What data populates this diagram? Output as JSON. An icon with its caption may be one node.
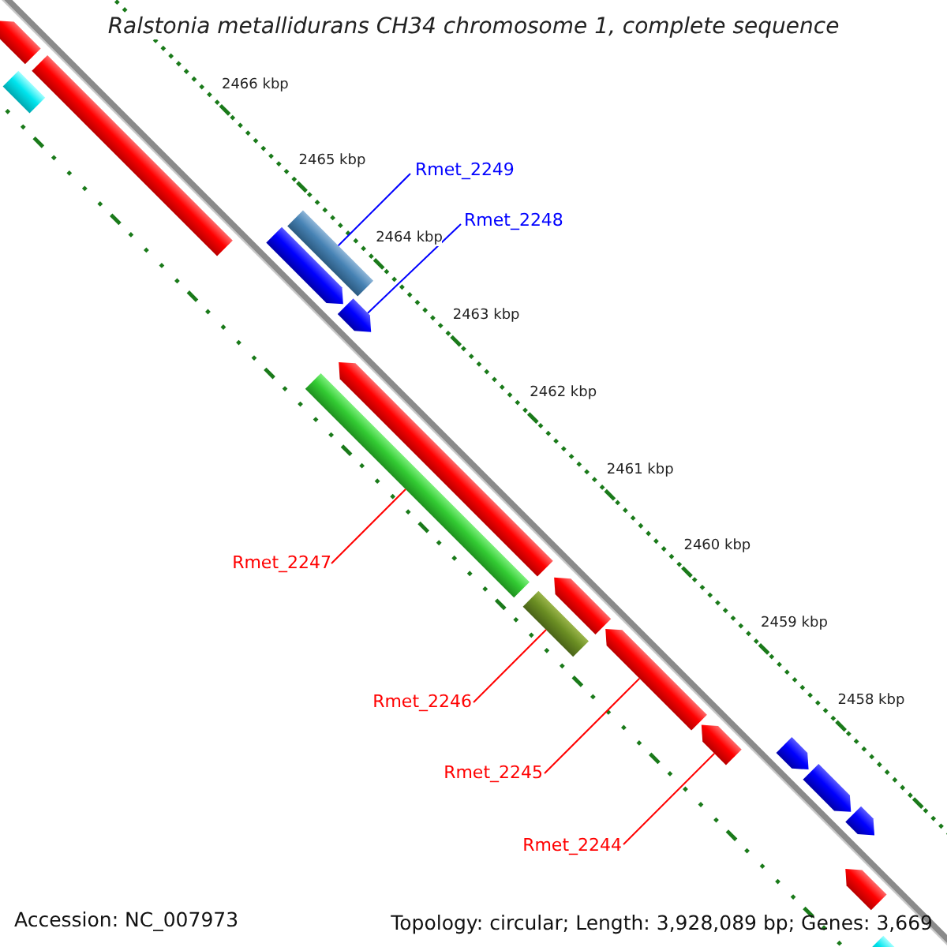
{
  "diagram": {
    "title": "Ralstonia metallidurans CH34 chromosome 1, complete sequence",
    "nodes": [
      {
        "text": [
          "Rmet_2249"
        ]
      },
      {
        "text": [
          "Rmet_2248"
        ]
      },
      {
        "text": [
          "Rmet_2247"
        ]
      },
      {
        "text": [
          "Rmet_2246"
        ]
      },
      {
        "text": [
          "Rmet_2245"
        ]
      },
      {
        "text": [
          "Rmet_2244"
        ]
      },
      {
        "text": [],
        "shape": "bar"
      },
      {
        "text": [],
        "shape": "bar"
      },
      {
        "text": [],
        "shape": "bar"
      },
      {
        "text": [],
        "shape": "bar"
      },
      {
        "text": [],
        "shape": "bar"
      },
      {
        "text": [],
        "shape": "bar"
      },
      {
        "text": [],
        "shape": "bar"
      },
      {
        "text": [],
        "shape": "bar"
      },
      {
        "text": [],
        "shape": "bar"
      },
      {
        "text": [],
        "shape": "bar"
      },
      {
        "text": [],
        "shape": "bar"
      },
      {
        "text": [],
        "shape": "bar"
      },
      {
        "text": [],
        "shape": "bar"
      },
      {
        "text": [],
        "shape": "bar"
      },
      {
        "text": [],
        "shape": "bar"
      },
      {
        "text": [],
        "shape": "bar"
      },
      {
        "text": [],
        "shape": "bar"
      }
    ],
    "edges": [
      {
        "from": 0,
        "to": 10,
        "arrow": "none",
        "color": "#0000ff"
      },
      {
        "from": 1,
        "to": 11,
        "arrow": "none",
        "color": "#0000ff"
      },
      {
        "from": 2,
        "to": 12,
        "arrow": "none"
      },
      {
        "from": 3,
        "to": 14,
        "arrow": "none"
      },
      {
        "from": 4,
        "to": 16,
        "arrow": "none"
      },
      {
        "from": 5,
        "to": 17,
        "arrow": "none"
      }
    ],
    "labels": [
      "2466 kbp",
      "2465 kbp",
      "2464 kbp",
      "2463 kbp",
      "2462 kbp",
      "2461 kbp",
      "2460 kbp",
      "2459 kbp",
      "2458 kbp",
      "Accession: NC_007973",
      "Topology: circular; Length: 3,928,089 bp; Genes: 3,669"
    ]
  }
}
